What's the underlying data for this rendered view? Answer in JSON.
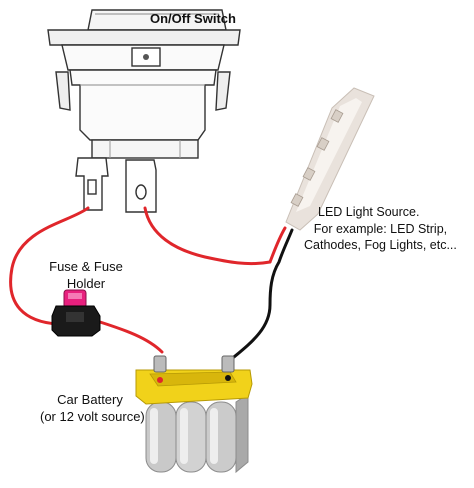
{
  "switch": {
    "title": "On/Off Switch"
  },
  "fuse": {
    "title_line1": "Fuse & Fuse",
    "title_line2": "Holder"
  },
  "led": {
    "title": "LED Light Source.",
    "desc_line1": "For example: LED Strip,",
    "desc_line2": "Cathodes, Fog Lights, etc..."
  },
  "battery": {
    "title": "Car Battery",
    "subtitle": "(or 12 volt source)"
  },
  "colors": {
    "wire_red": "#e0262b",
    "wire_black": "#111111",
    "fuse_pink": "#e8207e",
    "battery_yellow": "#f1d21a",
    "battery_gray": "#c9c9c9"
  }
}
